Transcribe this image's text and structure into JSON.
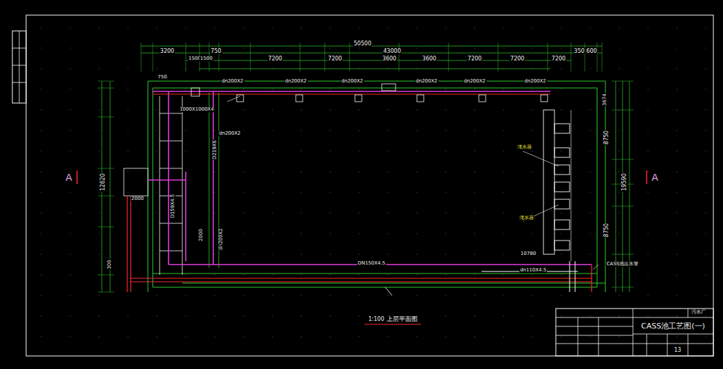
{
  "diagram": {
    "caption": "上层平面图",
    "nodes": [
      {
        "text": [
          "CASS池工艺图(一)"
        ]
      },
      {
        "text": [
          "13"
        ]
      }
    ],
    "labels": [
      "50500",
      "43000",
      "3200",
      "750",
      "350",
      "600",
      "1500",
      "1500",
      "7200",
      "7200",
      "3600",
      "3600",
      "7200",
      "7200",
      "7200",
      "750",
      "dn200X2",
      "dn200X2",
      "dn200X2",
      "dn200X2",
      "dn200X2",
      "dn200X2",
      "1000X1000X4",
      "dn200X2",
      "D219X6",
      "2000",
      "2000",
      "dn200X2",
      "D159X4.5",
      "DN150X4.5",
      "10780",
      "dn110X4.5",
      "A",
      "A",
      "19590",
      "8750",
      "8750",
      "3674",
      "12620",
      "300",
      "1:100",
      "CASS池出水管",
      "滗水器",
      "滗水器",
      "污水厂"
    ]
  }
}
